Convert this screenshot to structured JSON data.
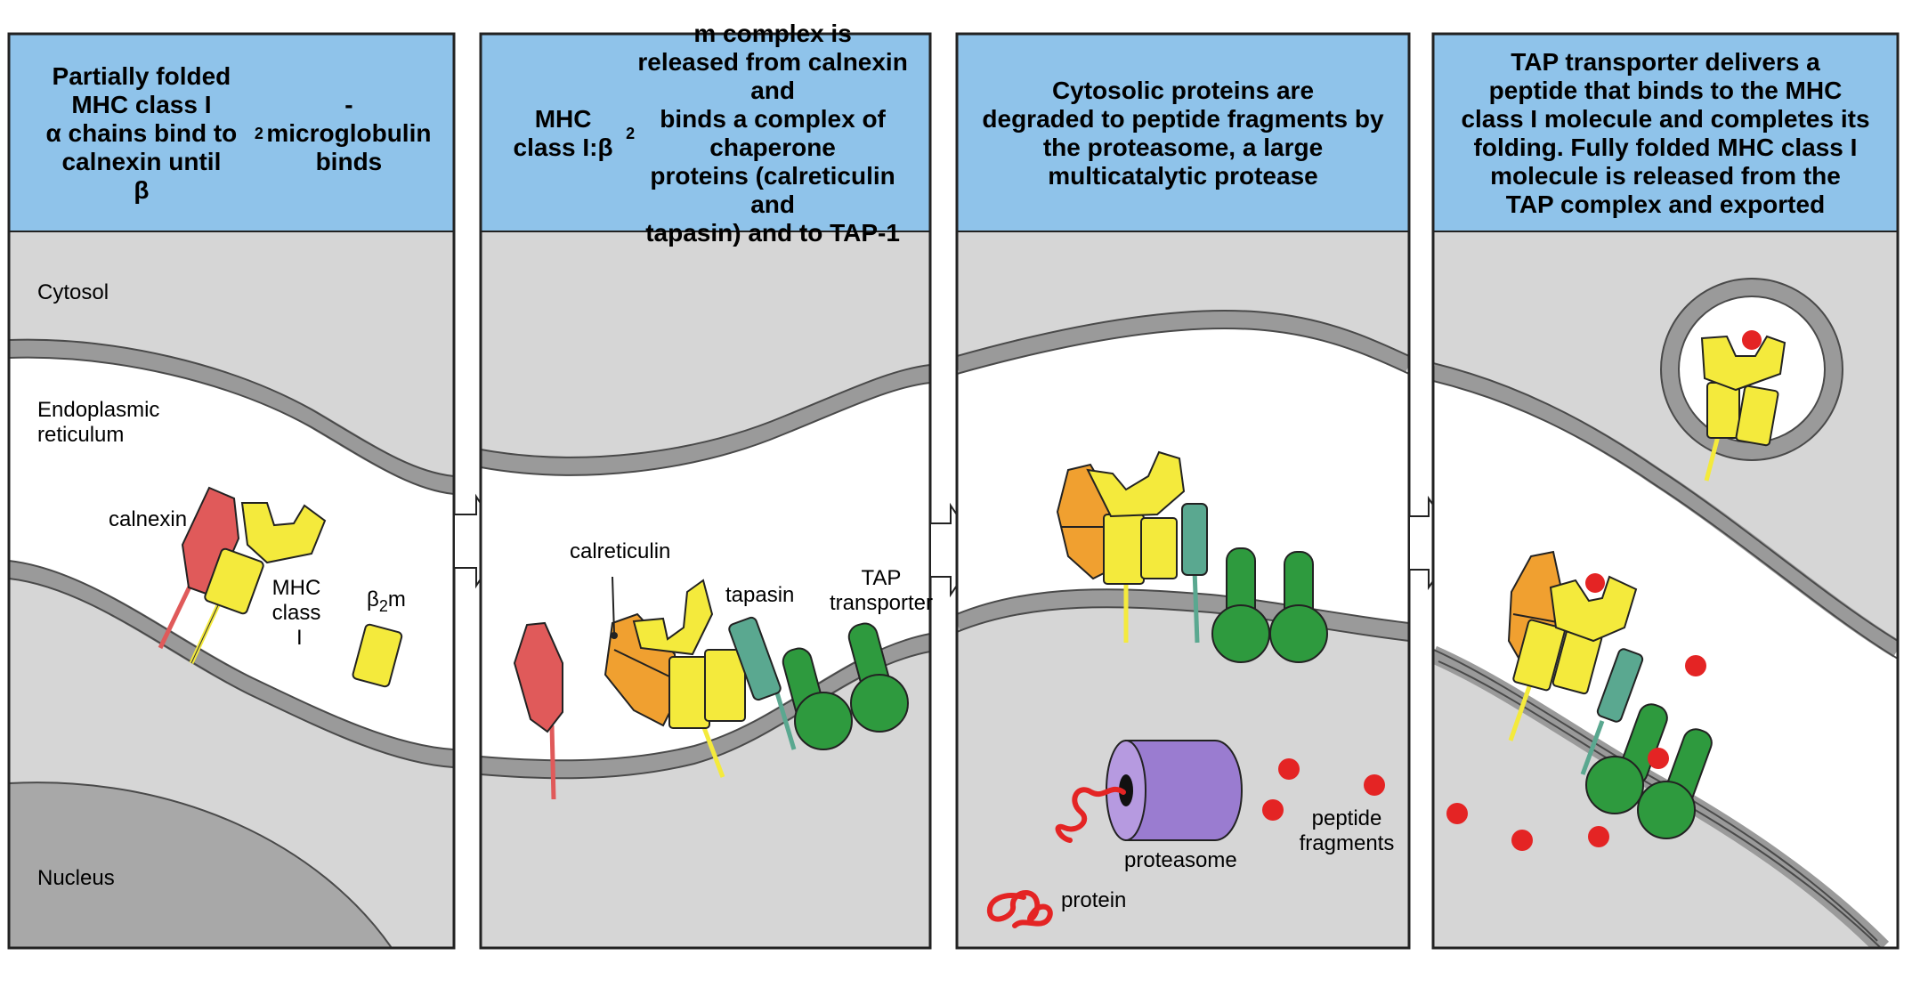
{
  "panels": [
    {
      "caption_html": "Partially folded MHC class I<br>α chains bind to<br>calnexin until<br>β<sub>2</sub>-microglobulin binds"
    },
    {
      "caption_html": "MHC class I:β<sub>2</sub>m complex is<br>released from calnexin and<br>binds a complex of chaperone<br>proteins (calreticulin and<br>tapasin) and to TAP-1"
    },
    {
      "caption_html": "Cytosolic proteins are<br>degraded to peptide fragments by<br>the proteasome, a large<br>multicatalytic protease"
    },
    {
      "caption_html": "TAP transporter delivers a<br>peptide that binds to the MHC<br>class I molecule and completes its<br>folding. Fully folded MHC class I<br>molecule is released from the<br>TAP complex and exported"
    }
  ],
  "labels": {
    "cytosol": "Cytosol",
    "er_html": "Endoplasmic<br>reticulum",
    "nucleus": "Nucleus",
    "calnexin": "calnexin",
    "mhc_html": "MHC<br>class &nbsp;I",
    "b2m_html": "β<sub>2</sub>m",
    "calreticulin": "calreticulin",
    "tapasin": "tapasin",
    "tap_html": "TAP<br>transporter",
    "peptide_html": "peptide<br>fragments",
    "proteasome": "proteasome",
    "protein": "protein"
  },
  "colors": {
    "header_blue": "#8fc3ea",
    "cytosol_gray": "#d6d6d6",
    "membrane_gray": "#9a9a9a",
    "nucleus_gray": "#a8a8a8",
    "calnexin_red": "#e05a5a",
    "mhc_yellow": "#f4ea3c",
    "calreticulin_orange": "#f0a030",
    "tapasin_teal": "#5aa890",
    "tap_green": "#2e9a3e",
    "proteasome_purple": "#9a7cd0",
    "peptide_red": "#e42424"
  }
}
